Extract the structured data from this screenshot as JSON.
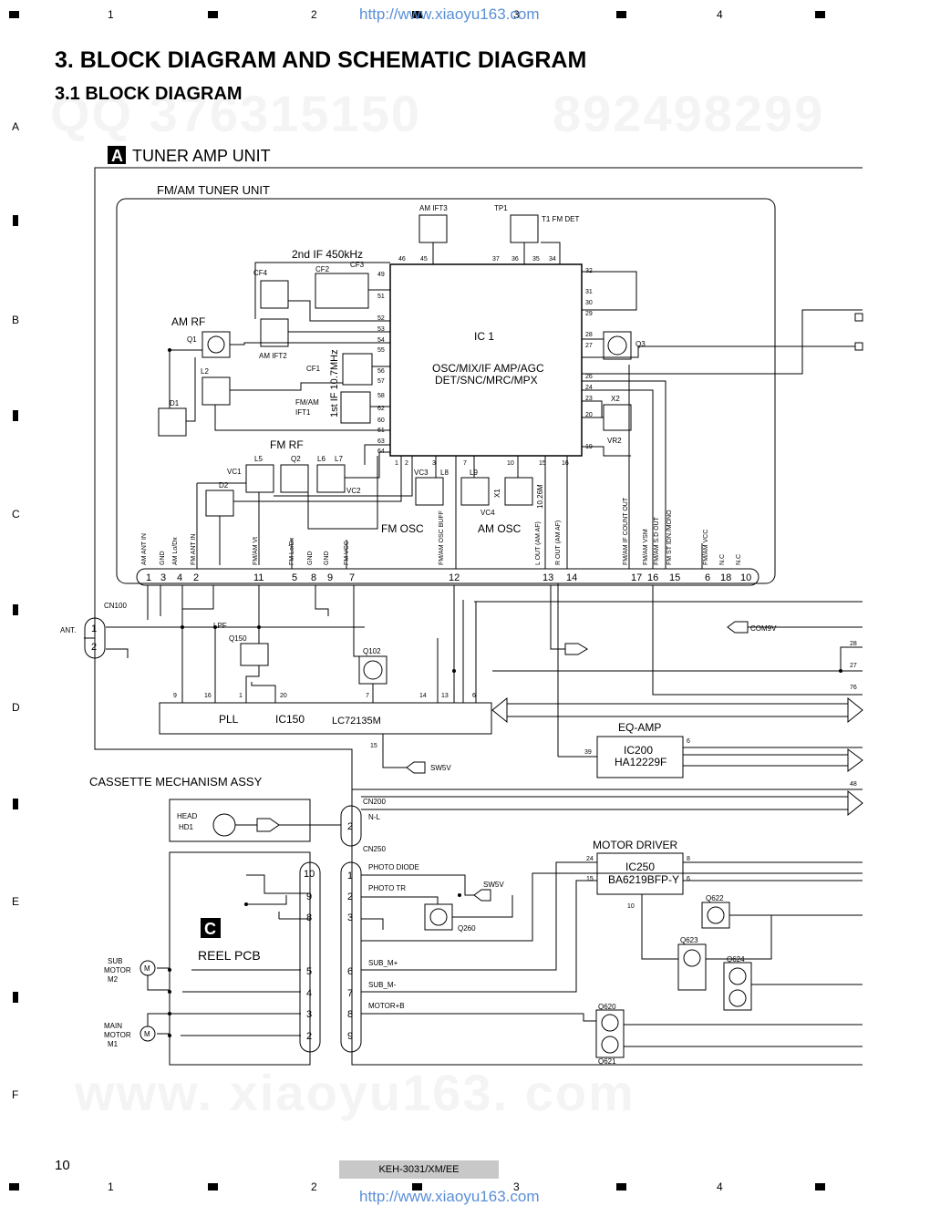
{
  "header": {
    "url": "http://www.xiaoyu163.com",
    "col_nums": [
      "1",
      "2",
      "3",
      "4"
    ],
    "row_letters": [
      "A",
      "B",
      "C",
      "D",
      "E",
      "F"
    ]
  },
  "titles": {
    "main": "3. BLOCK DIAGRAM AND SCHEMATIC DIAGRAM",
    "sub": "3.1 BLOCK DIAGRAM"
  },
  "watermark": {
    "qq": "QQ 376315150",
    "tel": "892498299",
    "bottom": "www. xiaoyu163. com"
  },
  "unit": {
    "badge": "A",
    "title": "TUNER AMP UNIT",
    "tuner_title": "FM/AM TUNER UNIT",
    "cassette_title": "CASSETTE MECHANISM ASSY",
    "reel_badge": "C",
    "reel_title": "REEL PCB"
  },
  "tuner": {
    "ic1": "IC 1",
    "ic1_func1": "OSC/MIX/IF AMP/AGC",
    "ic1_func2": "DET/SNC/MRC/MPX",
    "second_if": "2nd IF 450kHz",
    "first_if": "1st IF 10.7MHz",
    "am_rf": "AM RF",
    "fm_rf": "FM RF",
    "fm_osc": "FM OSC",
    "am_osc": "AM OSC",
    "parts": [
      "AM IFT3",
      "TP1",
      "T1 FM DET",
      "CF4",
      "CF2",
      "CF3",
      "AM IFT2",
      "CF1",
      "FM/AM",
      "IFT1",
      "Q1",
      "L2",
      "D1",
      "L5",
      "Q2",
      "L6",
      "L7",
      "VC1",
      "VC2",
      "D2",
      "VC3",
      "L8",
      "L9",
      "VC4",
      "X1",
      "10.26M",
      "Q3",
      "X2",
      "VR2"
    ],
    "ic_left_pins": [
      "49",
      "51",
      "52",
      "53",
      "54",
      "55",
      "56",
      "57",
      "58",
      "60",
      "61",
      "62",
      "63",
      "64"
    ],
    "ic_top_pins": [
      "46",
      "45",
      "37",
      "36",
      "35",
      "34"
    ],
    "ic_right_pins": [
      "32",
      "31",
      "30",
      "29",
      "28",
      "27",
      "26",
      "24",
      "23",
      "20",
      "19"
    ],
    "ic_bottom_pins": [
      "1",
      "2",
      "3",
      "7",
      "10",
      "15",
      "16"
    ],
    "connector_labels": [
      "AM ANT IN",
      "GND",
      "AM Lo/Dx",
      "FM ANT IN",
      "FM/AM Vt",
      "FM Lo/Dx",
      "GND",
      "GND",
      "FM VCC",
      "FM/AM OSC BUFF",
      "L OUT (AM AF)",
      "R OUT (AM AF)",
      "FM/AM IF COUNT OUT",
      "FM/AM VSM",
      "FM/AM S.D OUT",
      "FM ST IDN./MONO",
      "FM/AM VCC",
      "N.C",
      "N.C"
    ],
    "connector_pins": [
      "1",
      "3",
      "4",
      "2",
      "11",
      "5",
      "8",
      "9",
      "7",
      "12",
      "13",
      "14",
      "17",
      "16",
      "15",
      "6",
      "18",
      "10"
    ]
  },
  "main_board": {
    "cn100": "CN100",
    "ant": "ANT.",
    "cn100_pins": [
      "1",
      "2"
    ],
    "lpf": "LPF",
    "q150": "Q150",
    "q102": "Q102",
    "com9v": "COM9V",
    "pll": "PLL",
    "ic150": "IC150",
    "lc": "LC72135M",
    "pll_pins": [
      "9",
      "16",
      "1",
      "20",
      "7",
      "14",
      "13",
      "6",
      "15"
    ],
    "sw5v": "SW5V",
    "eq_amp": "EQ-AMP",
    "ic200": "IC200",
    "ha": "HA12229F",
    "ic200_pins": [
      "39",
      "6"
    ],
    "bus_pins": [
      "28",
      "27",
      "76",
      "48"
    ],
    "cn200": "CN200",
    "nl": "N-L",
    "cn200_pin": "2",
    "head": "HEAD",
    "hd1": "HD1",
    "cn250": "CN250",
    "photo_diode": "PHOTO DIODE",
    "photo_tr": "PHOTO TR",
    "q260": "Q260",
    "sub_m_plus": "SUB_M+",
    "sub_m_minus": "SUB_M-",
    "motor_b": "MOTOR+B",
    "cn250_pins": [
      "1",
      "2",
      "3",
      "6",
      "7",
      "8",
      "9"
    ],
    "reel_pins": [
      "10",
      "9",
      "8",
      "5",
      "4",
      "3",
      "2"
    ],
    "sub_motor": [
      "SUB",
      "MOTOR",
      "M2"
    ],
    "main_motor": [
      "MAIN",
      "MOTOR",
      "M1"
    ],
    "m": "M",
    "motor_driver": "MOTOR DRIVER",
    "ic250": "IC250",
    "ba": "BA6219BFP-Y",
    "ic250_pins": [
      "24",
      "15",
      "8",
      "6",
      "10"
    ],
    "transistors": [
      "Q622",
      "Q623",
      "Q624",
      "Q620",
      "Q621"
    ]
  },
  "footer": {
    "page_num": "10",
    "model": "KEH-3031/XM/EE",
    "url": "http://www.xiaoyu163.com"
  }
}
